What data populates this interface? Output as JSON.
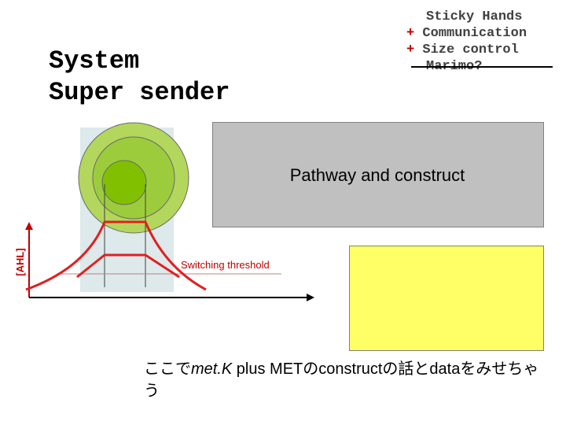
{
  "title": {
    "line1": "System",
    "line2": "Super sender"
  },
  "feature_list": {
    "item1": "Sticky Hands",
    "item2_plus": "+",
    "item2": "Communication",
    "item3_plus": "+",
    "item3": "Size control",
    "item4": "Marimo?"
  },
  "diagram": {
    "y_axis_label": "[AHL]",
    "threshold_label": "Switching threshold",
    "colors": {
      "outer_circle": "#b3d65c",
      "middle_circle": "#9ccc3c",
      "inner_circle": "#80c000",
      "curve": "#e02020",
      "background_band": "#dde9ea"
    }
  },
  "gray_box": {
    "label": "Pathway and construct"
  },
  "bottom_text": {
    "part1": "ここで",
    "part2": "met.K",
    "part3": " plus METのconstructの話とdataをみせちゃう"
  }
}
